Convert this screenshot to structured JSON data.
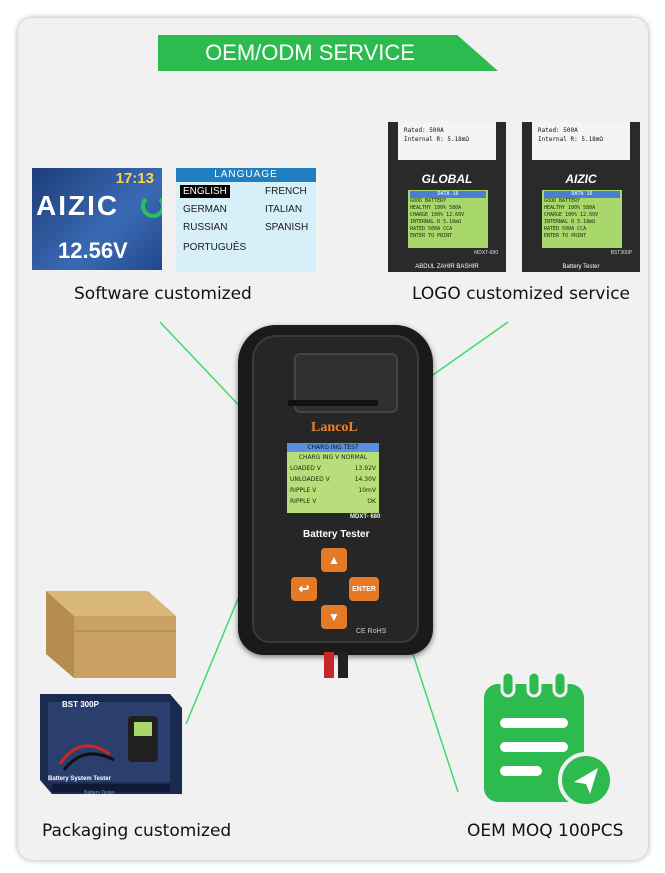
{
  "banner": {
    "title": "OEM/ODM SERVICE"
  },
  "captions": {
    "software": "Software customized",
    "logo": "LOGO customized service",
    "packaging": "Packaging customized",
    "moq": "OEM MOQ 100PCS"
  },
  "software_screen": {
    "time": "17:13",
    "brand": "AIZIC",
    "voltage": "12.56V"
  },
  "language_menu": {
    "title": "LANGUAGE",
    "options": [
      "ENGLISH",
      "FRENCH",
      "GERMAN",
      "ITALIAN",
      "RUSSIAN",
      "SPANISH",
      "PORTUGUÊS"
    ],
    "selected": "ENGLISH"
  },
  "logo_screens": [
    {
      "receipt": [
        "Rated:         500A",
        "Internal R:   5.18mΩ"
      ],
      "brand": "GLOBAL",
      "lcd_rows": [
        "DATA  16",
        "GOOD  BATTERY",
        "HEALTHY  100%  580A",
        "CHARGE  100%  12.60V",
        "INTERNAL  R  5.18mΩ",
        "RATED  500A  CCA",
        "ENTER  TO  PRINT"
      ],
      "model": "MDXT-680",
      "footer": "ABDUL ZAHIR BASHIR"
    },
    {
      "receipt": [
        "Rated:         500A",
        "Internal R:   5.18mΩ"
      ],
      "brand": "AIZIC",
      "lcd_rows": [
        "DATA  16",
        "GOOD  BATTERY",
        "HEALTHY  100%  580A",
        "CHARGE  100%  12.60V",
        "INTERNAL  R  5.18mΩ",
        "RATED  500A  CCA",
        "ENTER  TO  PRINT"
      ],
      "model": "BST300P",
      "footer": "Battery Tester"
    }
  ],
  "device": {
    "brand": "LancoL",
    "lcd_header": "CHARG ING  TEST",
    "lcd_subheader": "CHARG ING  V  NORMAL",
    "lcd_rows": [
      {
        "label": "LOADED   V",
        "value": "13.92V"
      },
      {
        "label": "UNLOADED  V",
        "value": "14.30V"
      },
      {
        "label": "RIPPLE   V",
        "value": "10mV"
      },
      {
        "label": "RIPPLE   V",
        "value": "OK"
      }
    ],
    "model": "MDXT- 680",
    "name": "Battery Tester",
    "enter_label": "ENTER",
    "cert": "CE RoHS"
  },
  "retail_box": {
    "model": "BST 300P",
    "name": "Battery System Tester",
    "side": "Battery Tester"
  },
  "colors": {
    "green": "#2dbb4f",
    "orange": "#e47a26",
    "line": "#3ddc6a"
  }
}
